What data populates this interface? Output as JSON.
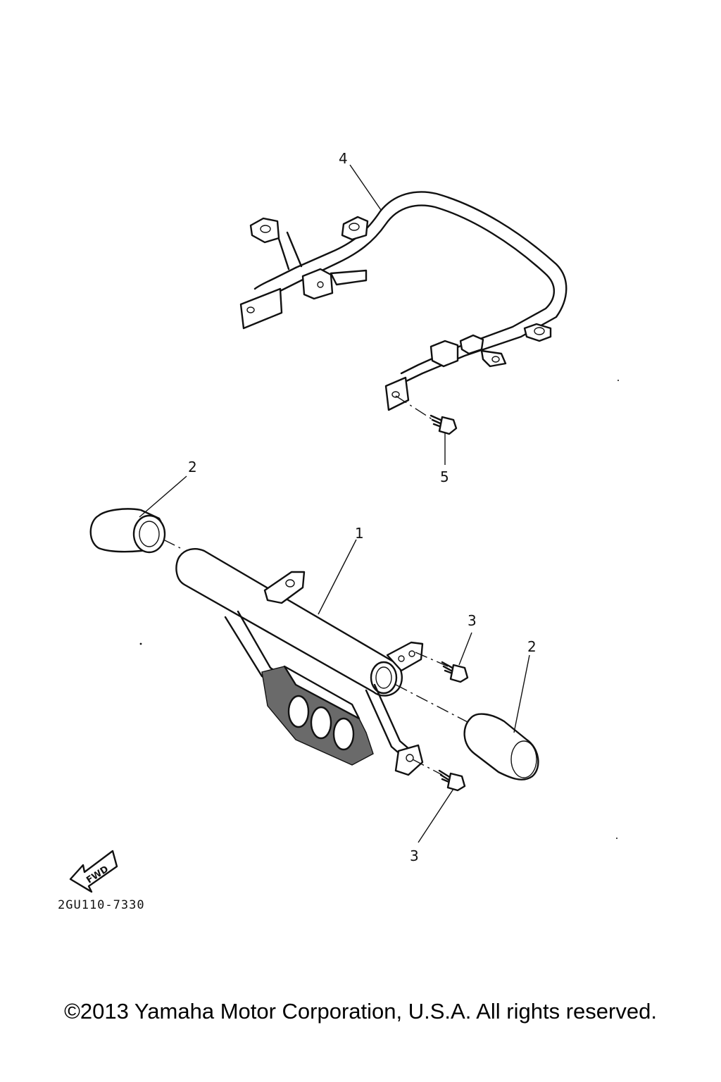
{
  "callouts": {
    "grab_bar": "4",
    "bolt_upper": "5",
    "end_cap_left": "2",
    "guard": "1",
    "bolt_right": "3",
    "end_cap_right": "2",
    "bolt_lower": "3"
  },
  "fwd_label": "FWD",
  "reference_code": "2GU110-7330",
  "copyright": "©2013 Yamaha Motor Corporation, U.S.A. All rights reserved."
}
